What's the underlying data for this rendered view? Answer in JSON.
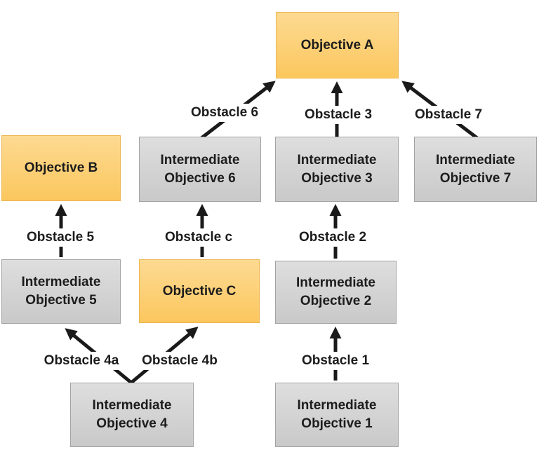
{
  "diagram": {
    "type": "objective-obstacle-tree",
    "nodes": {
      "objective_a": "Objective A",
      "objective_b": "Objective B",
      "objective_c": "Objective C",
      "io1": "Intermediate Objective 1",
      "io2": "Intermediate Objective 2",
      "io3": "Intermediate Objective 3",
      "io4": "Intermediate Objective 4",
      "io5": "Intermediate Objective 5",
      "io6": "Intermediate Objective 6",
      "io7": "Intermediate Objective 7"
    },
    "obstacles": {
      "o1": "Obstacle 1",
      "o2": "Obstacle 2",
      "o3": "Obstacle 3",
      "o4a": "Obstacle 4a",
      "o4b": "Obstacle 4b",
      "o5": "Obstacle 5",
      "o6": "Obstacle 6",
      "o7": "Obstacle 7",
      "oc": "Obstacle c"
    },
    "edges": [
      {
        "from": "Intermediate Objective 6",
        "label": "Obstacle 6",
        "to": "Objective A"
      },
      {
        "from": "Intermediate Objective 3",
        "label": "Obstacle 3",
        "to": "Objective A"
      },
      {
        "from": "Intermediate Objective 7",
        "label": "Obstacle 7",
        "to": "Objective A"
      },
      {
        "from": "Intermediate Objective 5",
        "label": "Obstacle 5",
        "to": "Objective B"
      },
      {
        "from": "Objective C",
        "label": "Obstacle c",
        "to": "Intermediate Objective 6"
      },
      {
        "from": "Intermediate Objective 2",
        "label": "Obstacle 2",
        "to": "Intermediate Objective 3"
      },
      {
        "from": "Intermediate Objective 1",
        "label": "Obstacle 1",
        "to": "Intermediate Objective 2"
      },
      {
        "from": "Intermediate Objective 4",
        "label": "Obstacle 4a",
        "to": "Intermediate Objective 5"
      },
      {
        "from": "Intermediate Objective 4",
        "label": "Obstacle 4b",
        "to": "Objective C"
      }
    ],
    "colors": {
      "objective_fill_top": "#fdda92",
      "objective_fill_bottom": "#fbc75e",
      "objective_border": "#edb551",
      "intermediate_fill_top": "#dedede",
      "intermediate_fill_bottom": "#c9c9c9",
      "intermediate_border": "#a3a3a3",
      "arrow": "#1a1a1a",
      "text": "#1c1c1c",
      "background": "#ffffff"
    }
  }
}
